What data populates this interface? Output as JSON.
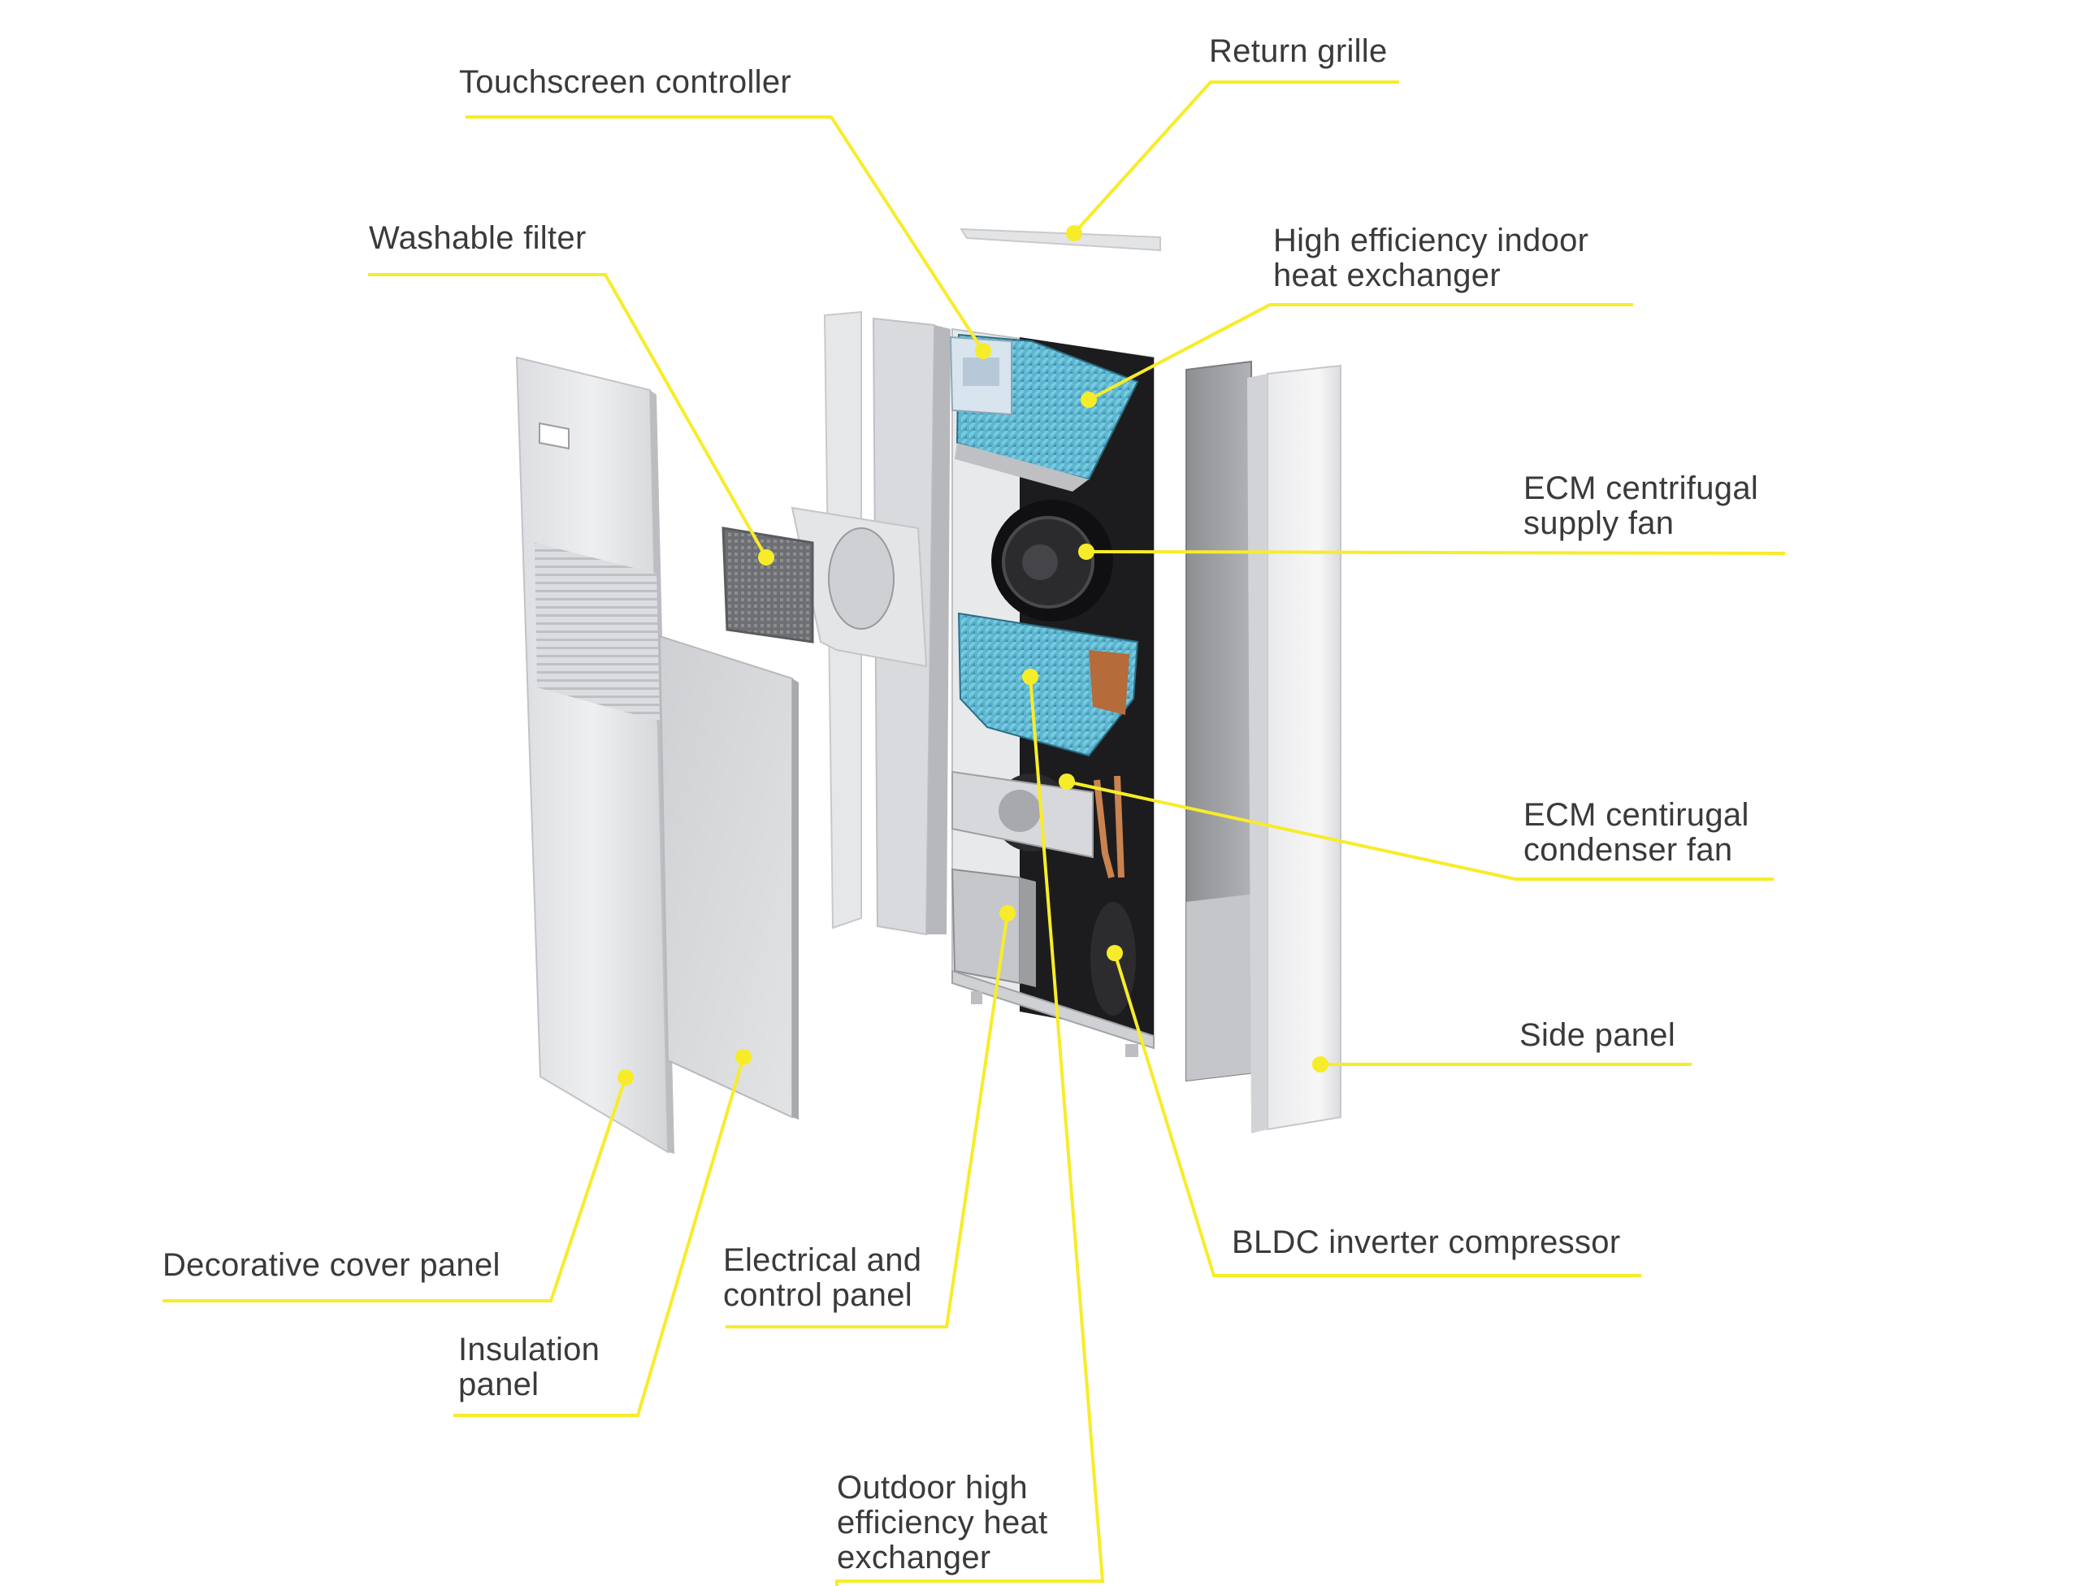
{
  "accent_color": "#f7ec2a",
  "callouts": [
    {
      "id": "touchscreen",
      "text": "Touchscreen controller"
    },
    {
      "id": "return-grille",
      "text": "Return grille"
    },
    {
      "id": "washable-filter",
      "text": "Washable filter"
    },
    {
      "id": "indoor-hx",
      "text": "High efficiency indoor\nheat exchanger"
    },
    {
      "id": "supply-fan",
      "text": "ECM centrifugal\nsupply fan"
    },
    {
      "id": "condenser-fan",
      "text": "ECM centirugal\ncondenser fan"
    },
    {
      "id": "side-panel",
      "text": "Side panel"
    },
    {
      "id": "compressor",
      "text": "BLDC inverter compressor"
    },
    {
      "id": "decorative-cover",
      "text": "Decorative cover panel"
    },
    {
      "id": "electrical-panel",
      "text": "Electrical and\ncontrol panel"
    },
    {
      "id": "insulation-panel",
      "text": "Insulation\npanel"
    },
    {
      "id": "outdoor-hx",
      "text": "Outdoor high\nefficiency heat\nexchanger"
    }
  ]
}
